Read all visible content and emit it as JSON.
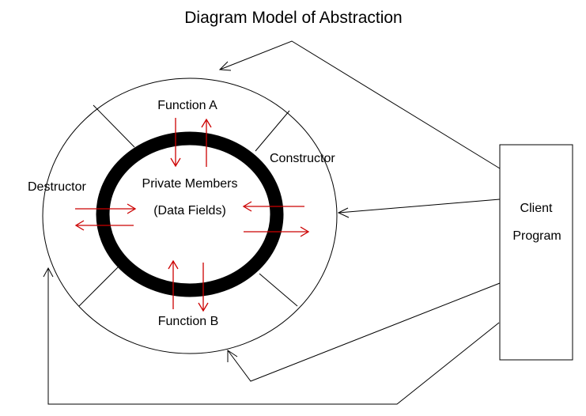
{
  "title": "Diagram Model of Abstraction",
  "labels": {
    "function_a": "Function A",
    "function_b": "Function B",
    "constructor": "Constructor",
    "destructor": "Destructor",
    "private_members": "Private Members",
    "data_fields": "(Data Fields)",
    "client_line1": "Client",
    "client_line2": "Program"
  },
  "colors": {
    "line": "#000000",
    "arrow_internal": "#cc0000",
    "background": "#ffffff"
  }
}
